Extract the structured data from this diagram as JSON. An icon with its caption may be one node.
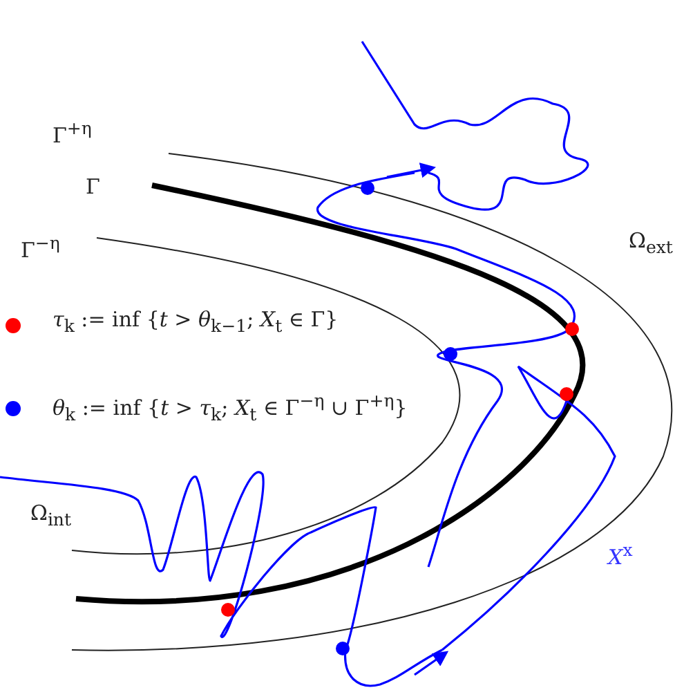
{
  "diagram": {
    "labels": [
      "Γ$^{+η}$",
      "Γ",
      "Γ$^{−η}$",
      "Ω$_{ext}$",
      "Ω$_{int}$",
      "*X*$^{x}$"
    ],
    "legend": [
      {
        "text": "*τ*$_{k}$ := inf {*t* > *θ*$_{k−1}$; *X*$_{t}$ ∈ Γ}",
        "color": "#ff0000"
      },
      {
        "text": "*θ*$_{k}$ := inf {*t* > *τ*$_{k}$; *X*$_{t}$ ∈ Γ$^{−η}$ ∪ Γ$^{+η}$}",
        "color": "#0000ff"
      }
    ]
  }
}
